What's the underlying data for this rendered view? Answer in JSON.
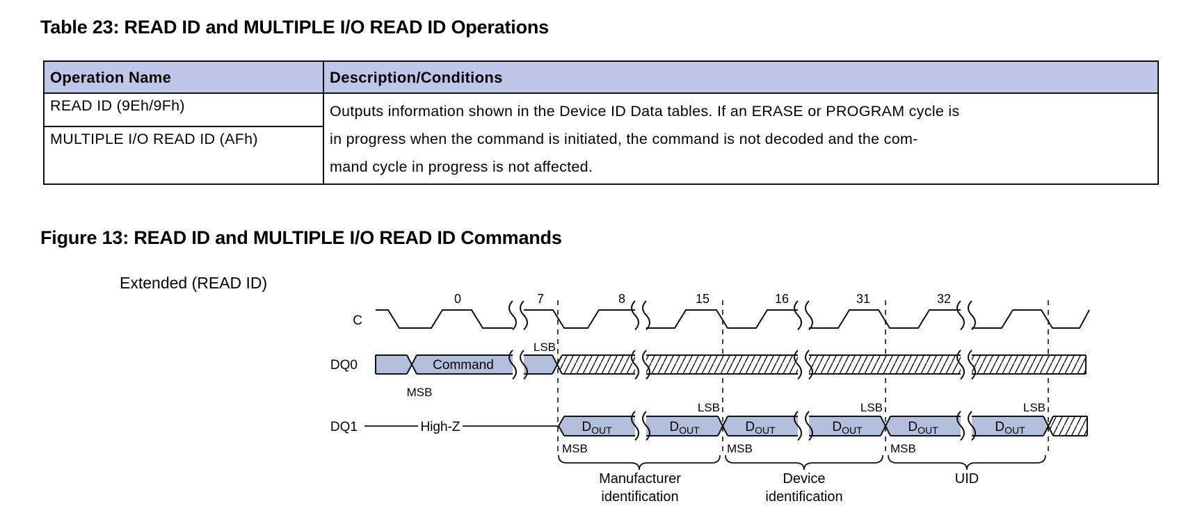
{
  "theme": {
    "header_bg": "#bfc7e9",
    "wave_fill": "#b3bfdd",
    "line_color": "#111111",
    "text_color": "#000000"
  },
  "table": {
    "title": "Table 23: READ ID and MULTIPLE I/O READ ID Operations",
    "col1_header": "Operation Name",
    "col2_header": "Description/Conditions",
    "rows": [
      {
        "operation": "READ ID (9Eh/9Fh)"
      },
      {
        "operation": "MULTIPLE I/O READ ID (AFh)"
      }
    ],
    "description_lines": [
      "Outputs information shown in the Device ID Data tables. If an ERASE or PROGRAM cycle is",
      "in progress when the command is initiated, the command is not decoded and the com-",
      "mand cycle in progress is not affected."
    ]
  },
  "figure": {
    "title": "Figure 13: READ ID and MULTIPLE I/O READ ID Commands",
    "mode_label": "Extended (READ ID)",
    "clock": {
      "label": "C",
      "numbers": [
        "0",
        "7",
        "8",
        "15",
        "16",
        "31",
        "32"
      ]
    },
    "dq0": {
      "label": "DQ0",
      "command": "Command",
      "msb": "MSB",
      "lsb": "LSB"
    },
    "dq1": {
      "label": "DQ1",
      "highz": "High-Z",
      "dout_d": "D",
      "dout_sub": "OUT",
      "msb": "MSB",
      "lsb": "LSB"
    },
    "groups": [
      {
        "line1": "Manufacturer",
        "line2": "identification"
      },
      {
        "line1": "Device",
        "line2": "identification"
      },
      {
        "line1": "UID",
        "line2": ""
      }
    ]
  }
}
